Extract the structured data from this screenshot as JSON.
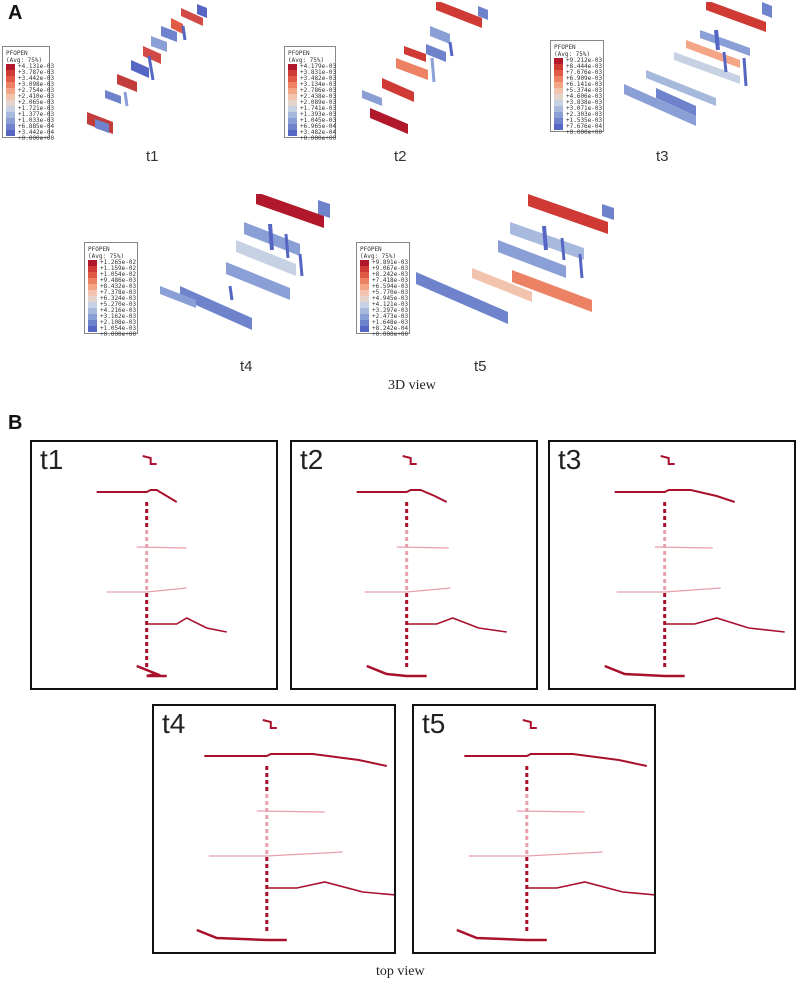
{
  "panel_a": {
    "letter": "A",
    "caption": "3D view",
    "views": [
      {
        "label": "t1",
        "legend": {
          "title": [
            "PFOPEN",
            "(Avg: 75%)"
          ],
          "values": [
            "+4.131e-03",
            "+3.787e-03",
            "+3.442e-03",
            "+3.098e-03",
            "+2.754e-03",
            "+2.410e-03",
            "+2.065e-03",
            "+1.721e-03",
            "+1.377e-03",
            "+1.033e-03",
            "+6.885e-04",
            "+3.442e-04",
            "+0.000e+00"
          ]
        }
      },
      {
        "label": "t2",
        "legend": {
          "title": [
            "PFOPEN",
            "(Avg: 75%)"
          ],
          "values": [
            "+4.179e-03",
            "+3.831e-03",
            "+3.482e-03",
            "+3.134e-03",
            "+2.786e-03",
            "+2.438e-03",
            "+2.089e-03",
            "+1.741e-03",
            "+1.393e-03",
            "+1.045e-03",
            "+6.965e-04",
            "+3.482e-04",
            "+0.000e+00"
          ]
        }
      },
      {
        "label": "t3",
        "legend": {
          "title": [
            "PFOPEN",
            "(Avg: 75%)"
          ],
          "values": [
            "+9.212e-03",
            "+8.444e-03",
            "+7.676e-03",
            "+6.909e-03",
            "+6.141e-03",
            "+5.374e-03",
            "+4.606e-03",
            "+3.838e-03",
            "+3.071e-03",
            "+2.303e-03",
            "+1.535e-03",
            "+7.676e-04",
            "+0.000e+00"
          ]
        }
      },
      {
        "label": "t4",
        "legend": {
          "title": [
            "PFOPEN",
            "(Avg: 75%)"
          ],
          "values": [
            "+1.265e-02",
            "+1.159e-02",
            "+1.054e-02",
            "+9.486e-03",
            "+8.432e-03",
            "+7.378e-03",
            "+6.324e-03",
            "+5.270e-03",
            "+4.216e-03",
            "+3.162e-03",
            "+2.108e-03",
            "+1.054e-03",
            "+0.000e+00"
          ]
        }
      },
      {
        "label": "t5",
        "legend": {
          "title": [
            "PFOPEN",
            "(Avg: 75%)"
          ],
          "values": [
            "+9.891e-03",
            "+9.067e-03",
            "+8.242e-03",
            "+7.418e-03",
            "+6.594e-03",
            "+5.770e-03",
            "+4.945e-03",
            "+4.121e-03",
            "+3.297e-03",
            "+2.473e-03",
            "+1.648e-03",
            "+8.242e-04",
            "+0.000e+00"
          ]
        }
      }
    ],
    "legend_colors": [
      "#b2182b",
      "#cf3a35",
      "#e05a46",
      "#ec8163",
      "#f3a585",
      "#f2c4ad",
      "#e4d4cc",
      "#c7d1e4",
      "#a8b9de",
      "#8b9fd7",
      "#6f83cd",
      "#5567c3"
    ]
  },
  "panel_b": {
    "letter": "B",
    "caption": "top view",
    "views": [
      {
        "label": "t1"
      },
      {
        "label": "t2"
      },
      {
        "label": "t3"
      },
      {
        "label": "t4"
      },
      {
        "label": "t5"
      }
    ],
    "fracture_color_dark": "#a8102c",
    "fracture_color_light": "#e8a0ac"
  }
}
